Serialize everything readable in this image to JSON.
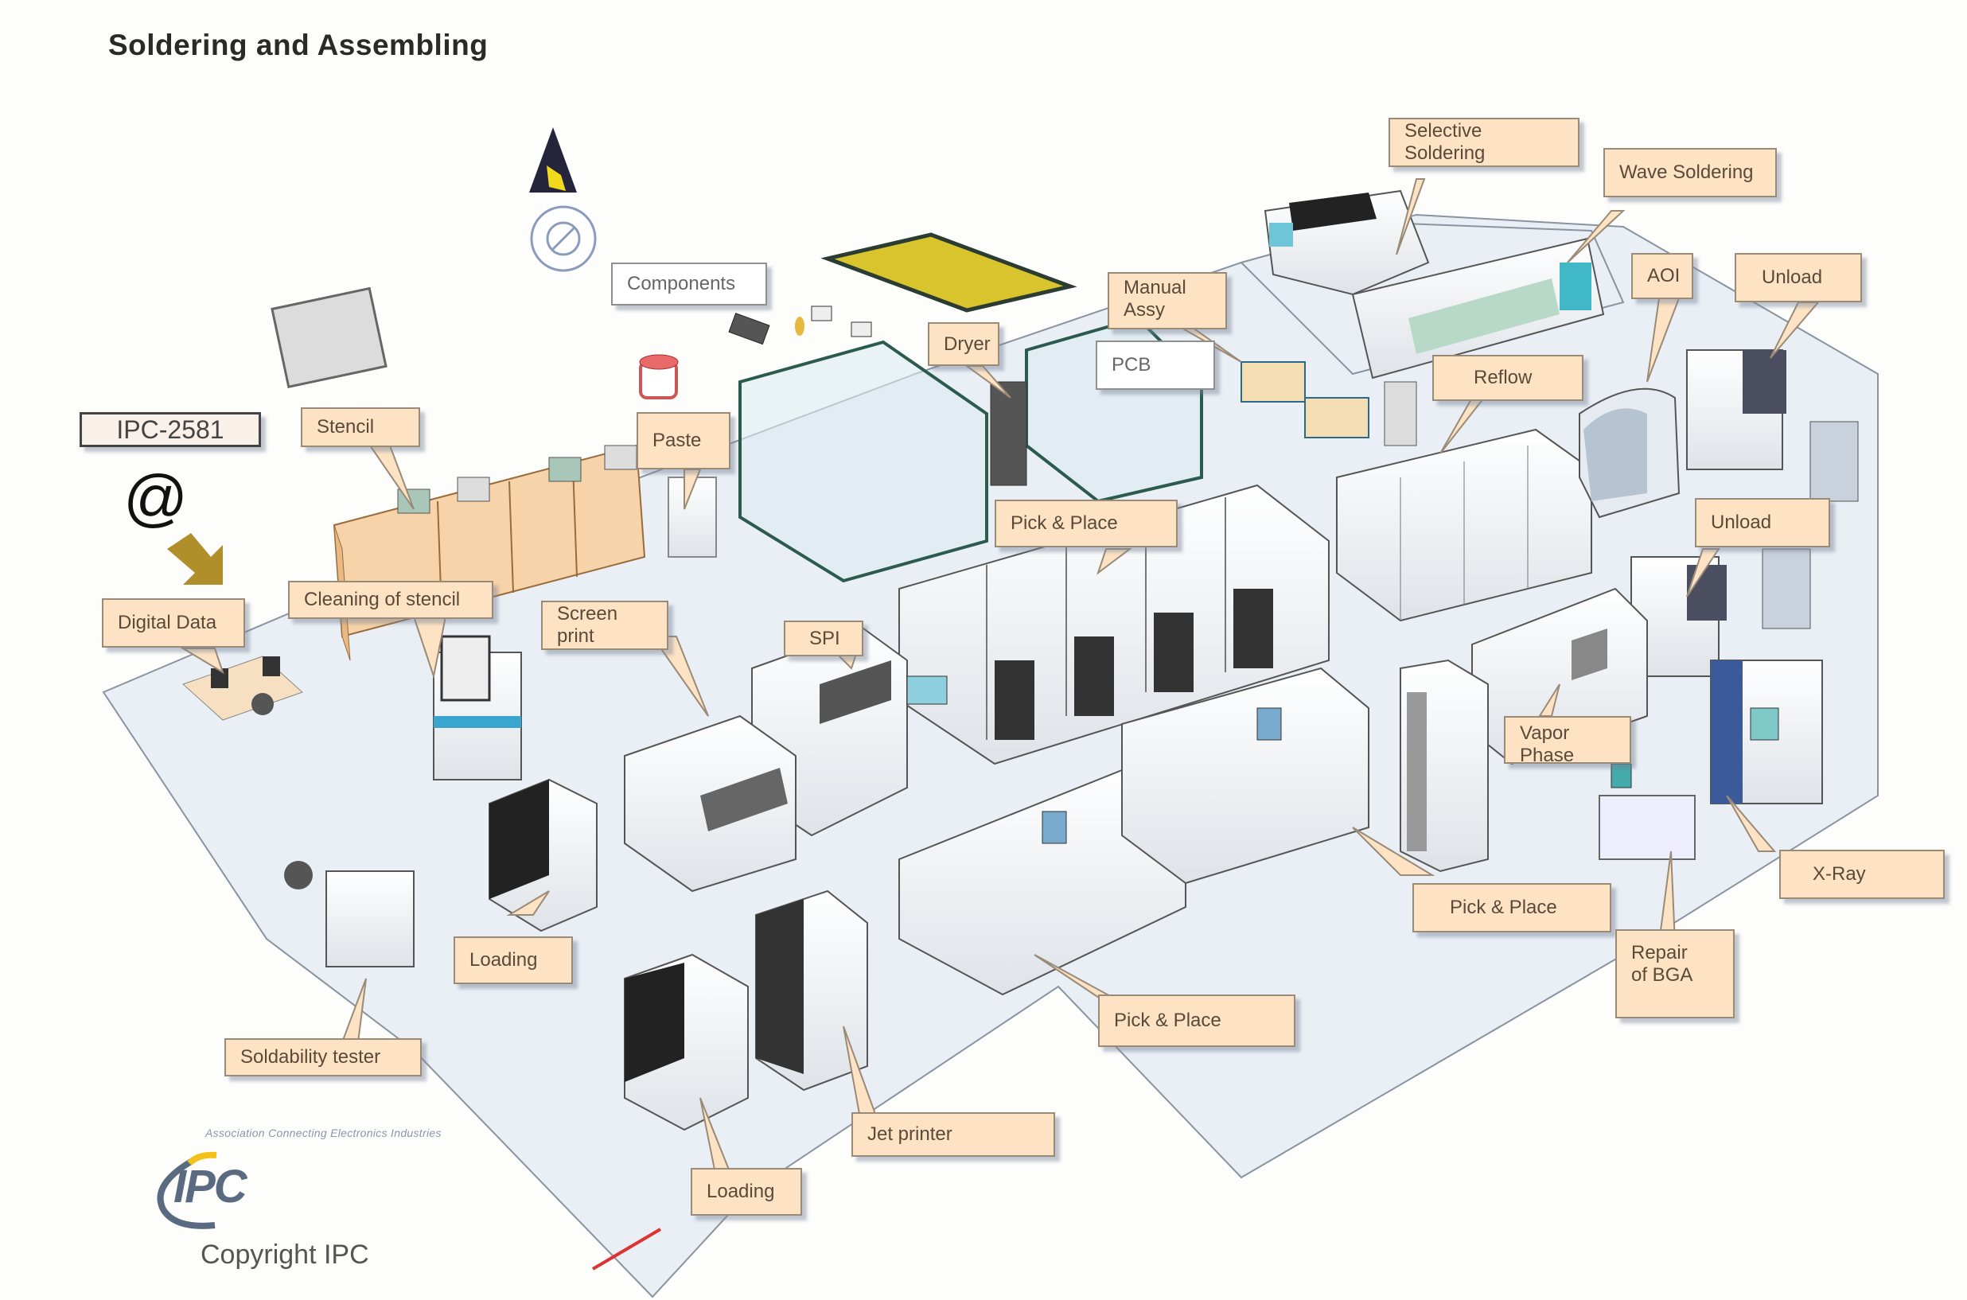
{
  "title": "Soldering and Assembling",
  "standard_label": "IPC-2581",
  "at_symbol": "@",
  "icons": {
    "esd_warning": "esd-warning-icon",
    "esd_protective": "esd-protective-icon",
    "arrow": "arrow-down-right-icon"
  },
  "callouts": {
    "selective_soldering": "Selective Soldering",
    "wave_soldering": "Wave Soldering",
    "components": "Components",
    "manual_assy_line1": "Manual",
    "manual_assy_line2": "Assy",
    "dryer": "Dryer",
    "pcb": "PCB",
    "aoi": "AOI",
    "unload_top": "Unload",
    "reflow": "Reflow",
    "stencil": "Stencil",
    "paste": "Paste",
    "pick_place_top": "Pick & Place",
    "unload_mid": "Unload",
    "cleaning_stencil": "Cleaning of stencil",
    "digital_data": "Digital Data",
    "screen_print": "Screen print",
    "spi": "SPI",
    "vapor_phase_line1": "Vapor",
    "vapor_phase_line2": "Phase",
    "xray": "X-Ray",
    "pick_place_right": "Pick & Place",
    "loading_upper": "Loading",
    "repair_bga_line1": "Repair",
    "repair_bga_line2": "of BGA",
    "pick_place_bottom": "Pick & Place",
    "soldability_tester": "Soldability tester",
    "jet_printer": "Jet printer",
    "loading_lower": "Loading"
  },
  "footer": {
    "tagline": "Association Connecting Electronics Industries",
    "logo_text": "IPC",
    "copyright": "Copyright IPC"
  },
  "colors": {
    "callout_fill": "#fde3c3",
    "floor": "#e8eef4",
    "logo_blue": "#5a6a80",
    "logo_yellow": "#f2c21a"
  }
}
